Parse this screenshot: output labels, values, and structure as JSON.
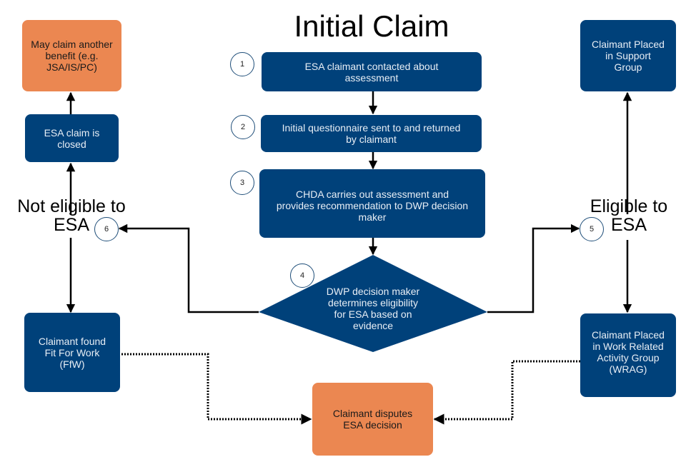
{
  "title": "Initial Claim",
  "colors": {
    "process_box": "#00417a",
    "outcome_box": "#eb8751",
    "step_circle_border": "#1f4e79",
    "connector": "#000000"
  },
  "steps": [
    {
      "number": "1",
      "text": "ESA claimant contacted about\nassessment"
    },
    {
      "number": "2",
      "text": "Initial questionnaire sent to and returned\nby claimant"
    },
    {
      "number": "3",
      "text": "CHDA carries out assessment and\nprovides recommendation to DWP decision\nmaker"
    },
    {
      "number": "4",
      "text": "DWP decision maker\ndetermines eligibility\nfor ESA based on\nevidence"
    },
    {
      "number": "5",
      "label": "Eligible to\nESA"
    },
    {
      "number": "6",
      "label": "Not eligible to\nESA"
    }
  ],
  "left_branch": {
    "another_benefit": "May claim another\nbenefit (e.g.\nJSA/IS/PC)",
    "claim_closed": "ESA claim is\nclosed",
    "fit_for_work": "Claimant found\nFit For Work\n(FfW)"
  },
  "right_branch": {
    "support_group": "Claimant Placed\nin Support\nGroup",
    "wrag": "Claimant Placed\nin Work Related\nActivity Group\n(WRAG)"
  },
  "dispute": "Claimant disputes\nESA decision"
}
